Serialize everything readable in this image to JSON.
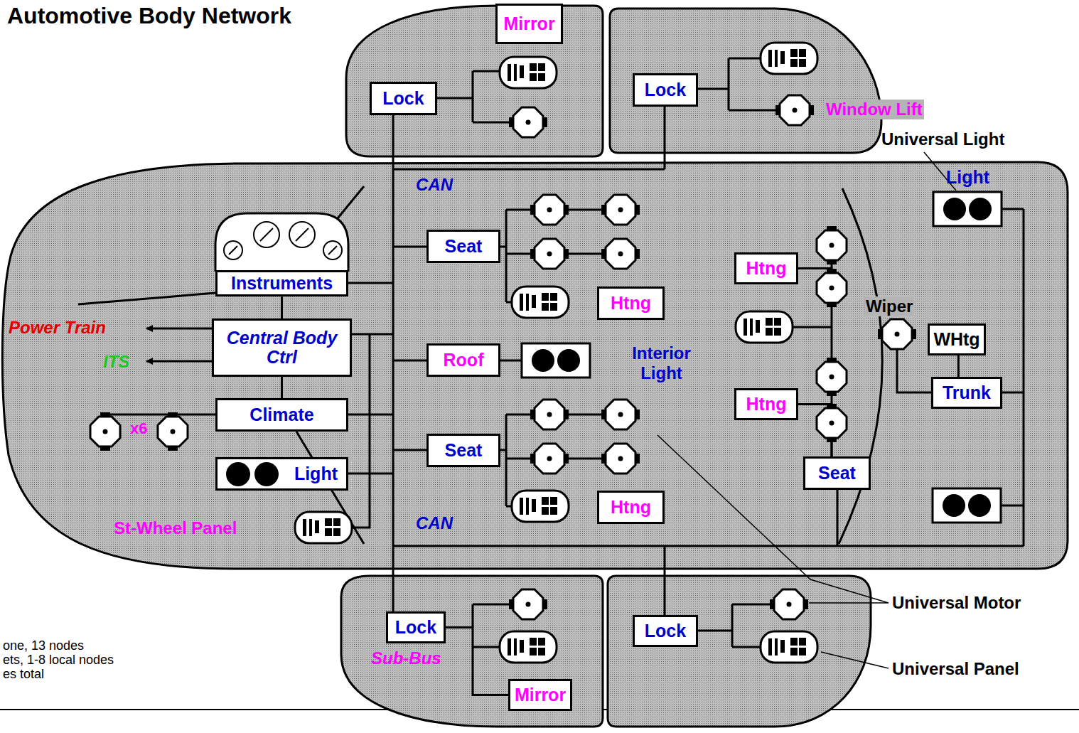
{
  "diagram": {
    "title": "Automotive Body Network",
    "nodes": [
      {
        "text": [
          "Mirror"
        ]
      },
      {
        "text": [
          "Lock"
        ]
      },
      {
        "text": [
          "Lock"
        ]
      },
      {
        "text": [
          "Light"
        ]
      },
      {
        "text": [
          "Instruments"
        ]
      },
      {
        "text": [
          "Seat"
        ]
      },
      {
        "text": [
          "Htng"
        ]
      },
      {
        "text": [
          "Htng"
        ]
      },
      {
        "text": [
          "Central Body Ctrl"
        ]
      },
      {
        "text": [
          "WHtg"
        ]
      },
      {
        "text": [
          "Roof"
        ]
      },
      {
        "text": [
          "Trunk"
        ]
      },
      {
        "text": [
          "Htng"
        ]
      },
      {
        "text": [
          "Climate"
        ]
      },
      {
        "text": [
          "Seat"
        ]
      },
      {
        "text": [
          "Light"
        ]
      },
      {
        "text": [
          "Seat"
        ]
      },
      {
        "text": [
          "Htng"
        ]
      },
      {
        "text": [
          "Lock"
        ]
      },
      {
        "text": [
          "Lock"
        ]
      },
      {
        "text": [
          "Mirror"
        ]
      }
    ],
    "edges": [
      {
        "from": 4,
        "to": 8,
        "arrow": "none"
      },
      {
        "from": 8,
        "to": 13,
        "arrow": "none"
      },
      {
        "from": 9,
        "to": 11,
        "arrow": "none"
      },
      {
        "from": 16,
        "to": 7,
        "arrow": "none"
      },
      {
        "from": 16,
        "to": 12,
        "arrow": "none"
      },
      {
        "from": 18,
        "to": 20,
        "arrow": "none"
      }
    ],
    "labels": [
      "CAN",
      "CAN",
      "Window Lift",
      "Universal Light",
      "Power Train",
      "ITS",
      "x6",
      "St-Wheel Panel",
      "Interior Light",
      "Wiper",
      "Universal Motor",
      "Universal Panel",
      "Sub-Bus",
      "one, 13 nodes",
      "ets, 1-8 local nodes",
      "es total"
    ]
  }
}
